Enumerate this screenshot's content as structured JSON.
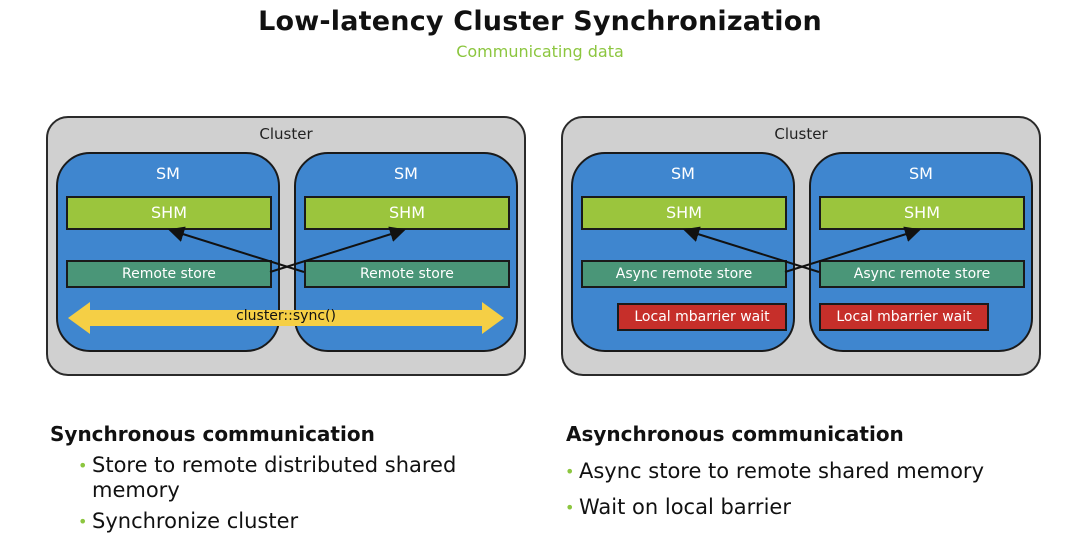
{
  "header": {
    "title": "Low-latency Cluster Synchronization",
    "subtitle": "Communicating data"
  },
  "colors": {
    "accent_green": "#8cc63f",
    "cluster_bg": "#d0d0d0",
    "sm_blue": "#3f86cf",
    "shm_green": "#9bc53d",
    "store_teal": "#4a9678",
    "wait_red": "#c62f2a",
    "sync_yellow": "#f5cf45"
  },
  "left_diagram": {
    "cluster_label": "Cluster",
    "sms": [
      {
        "label": "SM",
        "shm": "SHM",
        "store": "Remote store"
      },
      {
        "label": "SM",
        "shm": "SHM",
        "store": "Remote store"
      }
    ],
    "sync_label": "cluster::sync()"
  },
  "right_diagram": {
    "cluster_label": "Cluster",
    "sms": [
      {
        "label": "SM",
        "shm": "SHM",
        "store": "Async remote store",
        "wait": "Local mbarrier wait"
      },
      {
        "label": "SM",
        "shm": "SHM",
        "store": "Async remote store",
        "wait": "Local mbarrier wait"
      }
    ]
  },
  "left_text": {
    "heading": "Synchronous communication",
    "bullets": [
      "Store to remote distributed shared memory",
      "Synchronize cluster"
    ]
  },
  "right_text": {
    "heading": "Asynchronous communication",
    "bullets": [
      "Async store to remote shared memory",
      "Wait on local barrier"
    ]
  }
}
